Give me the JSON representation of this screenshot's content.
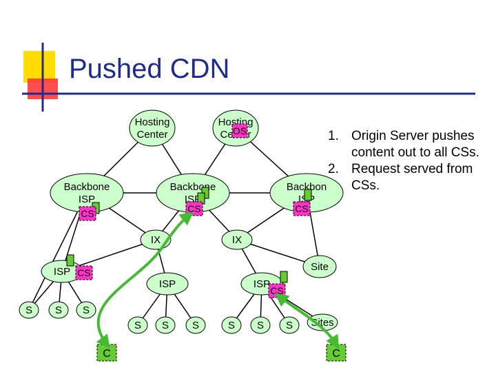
{
  "slide": {
    "title": "Pushed CDN",
    "notes": [
      {
        "num": "1.",
        "text": "Origin Server pushes content out to all CSs."
      },
      {
        "num": "2.",
        "text": "Request served from CSs."
      }
    ]
  },
  "diagram": {
    "nodes": [
      {
        "id": "hc1",
        "lines": [
          "Hosting",
          "Center"
        ]
      },
      {
        "id": "hc2",
        "lines": [
          "Hosting",
          "Center"
        ]
      },
      {
        "id": "bb1",
        "lines": [
          "Backbone",
          "ISP"
        ]
      },
      {
        "id": "bb2",
        "lines": [
          "Backbone",
          "ISP"
        ]
      },
      {
        "id": "bb3",
        "lines": [
          "Backbon",
          "ISP"
        ]
      },
      {
        "id": "ix1",
        "lines": [
          "IX"
        ]
      },
      {
        "id": "ix2",
        "lines": [
          "IX"
        ]
      },
      {
        "id": "site",
        "lines": [
          "Site"
        ]
      },
      {
        "id": "isp1",
        "lines": [
          "ISP"
        ]
      },
      {
        "id": "isp2",
        "lines": [
          "ISP"
        ]
      },
      {
        "id": "isp3",
        "lines": [
          "ISP"
        ]
      },
      {
        "id": "s1",
        "lines": [
          "S"
        ]
      },
      {
        "id": "s2",
        "lines": [
          "S"
        ]
      },
      {
        "id": "s3",
        "lines": [
          "S"
        ]
      },
      {
        "id": "s4",
        "lines": [
          "S"
        ]
      },
      {
        "id": "s5",
        "lines": [
          "S"
        ]
      },
      {
        "id": "s6",
        "lines": [
          "S"
        ]
      },
      {
        "id": "s7",
        "lines": [
          "S"
        ]
      },
      {
        "id": "s8",
        "lines": [
          "S"
        ]
      },
      {
        "id": "s9",
        "lines": [
          "S"
        ]
      },
      {
        "id": "sites",
        "lines": [
          "Sites"
        ]
      },
      {
        "id": "c1",
        "lines": [
          "C"
        ]
      },
      {
        "id": "c2",
        "lines": [
          "C"
        ]
      }
    ],
    "boxes": [
      {
        "id": "os",
        "label": "OS"
      },
      {
        "id": "cs1",
        "label": "CS"
      },
      {
        "id": "cs2",
        "label": "CS"
      },
      {
        "id": "cs3",
        "label": "CS"
      },
      {
        "id": "cs4",
        "label": "CS"
      },
      {
        "id": "cs5",
        "label": "CS"
      }
    ],
    "colors": {
      "node_fill": "#ccffcc",
      "node_stroke": "#000000",
      "box_fill": "#ff33cc",
      "server_fill": "#66cc33",
      "arrow": "#44bb33",
      "title": "#1f2b8f",
      "deco_yellow": "#ffdd00",
      "deco_red": "#ff3b3b",
      "deco_line": "#1f2b8f"
    }
  }
}
